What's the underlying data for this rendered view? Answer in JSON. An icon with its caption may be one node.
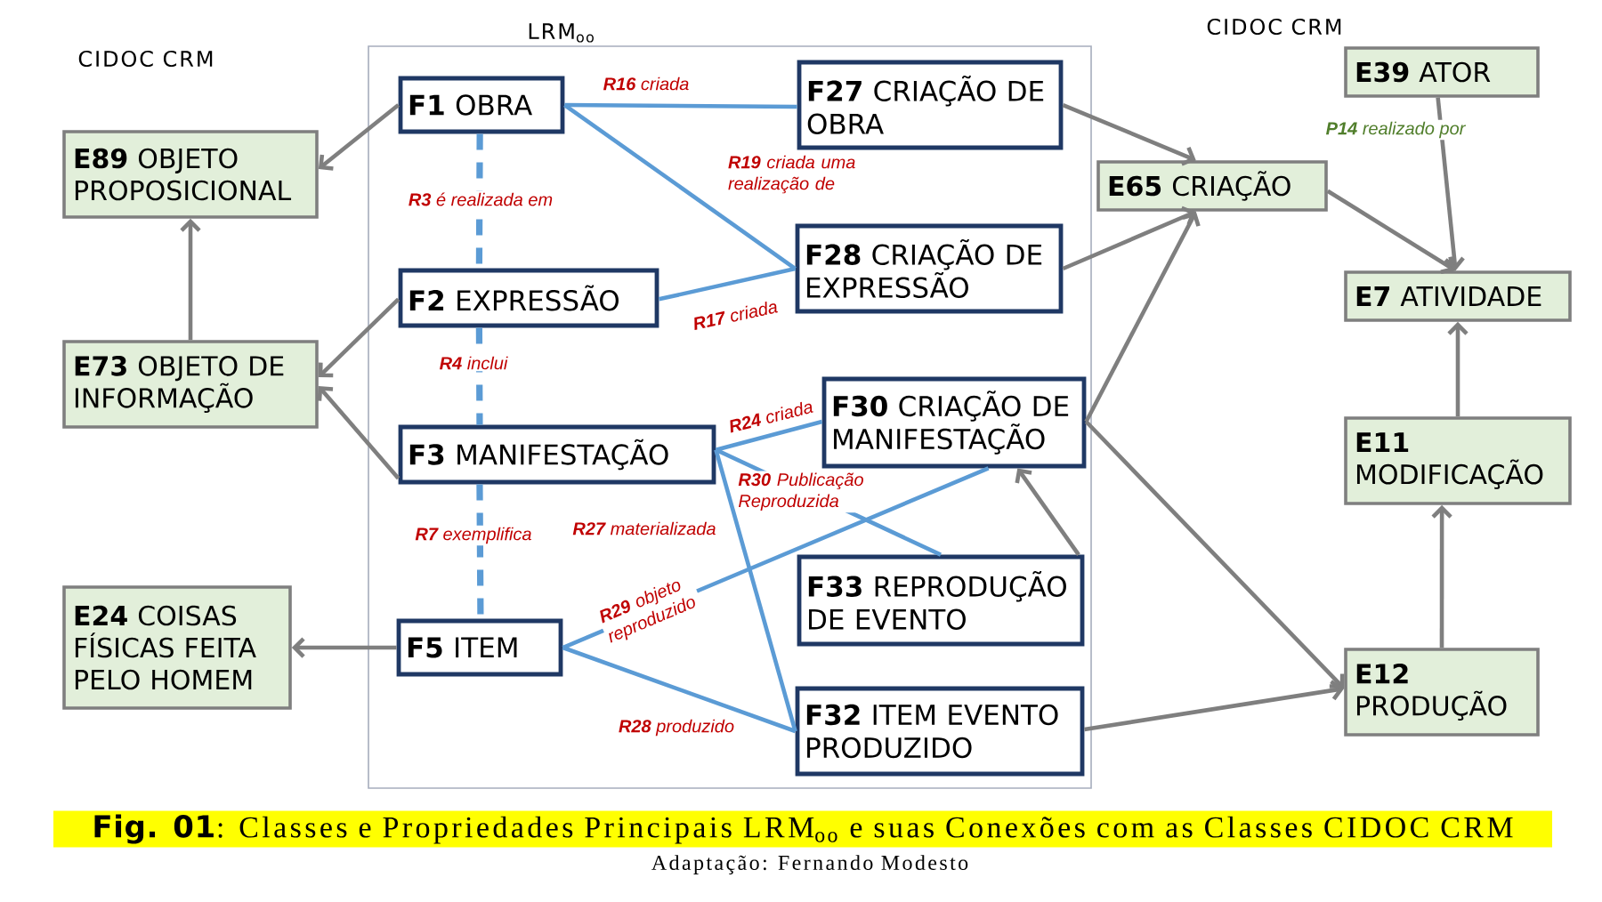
{
  "diagram": {
    "caption": "**Fig. 01**: Classes e Propriedades Principais LRM$_{oo}$ e suas Conexões com as Classes CIDOC CRM",
    "nodes": [
      {
        "text": [
          "**E89** OBJETO PROPOSICIONAL"
        ]
      },
      {
        "text": [
          "**E73** OBJETO DE INFORMAÇÃO"
        ]
      },
      {
        "text": [
          "**E24** COISAS FÍSICAS FEITA PELO HOMEM"
        ]
      },
      {
        "text": [
          "LRM$_{oo}$"
        ]
      },
      {
        "text": [
          "**F1** OBRA"
        ],
        "in": 3
      },
      {
        "text": [
          "**F2** EXPRESSÃO"
        ],
        "in": 3
      },
      {
        "text": [
          "**F3** MANIFESTAÇÃO"
        ],
        "in": 3
      },
      {
        "text": [
          "**F5** ITEM"
        ],
        "in": 3
      },
      {
        "text": [
          "**F27** CRIAÇÃO DE OBRA"
        ],
        "in": 3
      },
      {
        "text": [
          "**F28** CRIAÇÃO DE EXPRESSÃO"
        ],
        "in": 3
      },
      {
        "text": [
          "**F30** CRIAÇÃO DE MANIFESTAÇÃO"
        ],
        "in": 3
      },
      {
        "text": [
          "**F33** REPRODUÇÃO DE EVENTO"
        ],
        "in": 3
      },
      {
        "text": [
          "**F32** ITEM EVENTO PRODUZIDO"
        ],
        "in": 3
      },
      {
        "text": [
          "**E65** CRIAÇÃO"
        ]
      },
      {
        "text": [
          "**E39** ATOR"
        ]
      },
      {
        "text": [
          "**E7** ATIVIDADE"
        ]
      },
      {
        "text": [
          "**E11** MODIFICAÇÃO"
        ]
      },
      {
        "text": [
          "**E12** PRODUÇÃO"
        ]
      }
    ],
    "edges": [
      {
        "from": 4,
        "to": 0,
        "arrow": "to"
      },
      {
        "from": 1,
        "to": 0,
        "arrow": "to"
      },
      {
        "from": 5,
        "to": 1,
        "arrow": "to"
      },
      {
        "from": 6,
        "to": 1,
        "arrow": "to"
      },
      {
        "from": 7,
        "to": 2,
        "arrow": "to"
      },
      {
        "from": 4,
        "to": 8,
        "arrow": "none",
        "label": "**R16** criada",
        "color": "#5b9bd5"
      },
      {
        "from": 4,
        "to": 9,
        "arrow": "none",
        "label": "**R19** criada uma realização de",
        "color": "#5b9bd5"
      },
      {
        "from": 4,
        "to": 5,
        "arrow": "none",
        "label": "**R3** é realizada em",
        "style": "dashed",
        "color": "#5b9bd5"
      },
      {
        "from": 5,
        "to": 9,
        "arrow": "none",
        "label": "**R17** criada",
        "color": "#5b9bd5"
      },
      {
        "from": 5,
        "to": 6,
        "arrow": "none",
        "label": "**R4** inclui",
        "style": "dashed",
        "color": "#5b9bd5"
      },
      {
        "from": 6,
        "to": 10,
        "arrow": "none",
        "label": "**R24** criada",
        "color": "#5b9bd5"
      },
      {
        "from": 6,
        "to": 11,
        "arrow": "none",
        "label": "**R30** Publicação Reproduzida",
        "color": "#5b9bd5"
      },
      {
        "from": 6,
        "to": 12,
        "arrow": "none",
        "label": "**R27** materializada",
        "color": "#5b9bd5"
      },
      {
        "from": 6,
        "to": 7,
        "arrow": "none",
        "label": "**R7** exemplifica",
        "style": "dashed",
        "color": "#5b9bd5"
      },
      {
        "from": 7,
        "to": 10,
        "arrow": "none",
        "label": "**R29** objeto reproduzido",
        "color": "#5b9bd5"
      },
      {
        "from": 7,
        "to": 12,
        "arrow": "none",
        "label": "**R28** produzido",
        "color": "#5b9bd5"
      },
      {
        "from": 8,
        "to": 13,
        "arrow": "to"
      },
      {
        "from": 9,
        "to": 13,
        "arrow": "to"
      },
      {
        "from": 10,
        "to": 13,
        "arrow": "to"
      },
      {
        "from": 10,
        "to": 17,
        "arrow": "to"
      },
      {
        "from": 11,
        "to": 10,
        "arrow": "to"
      },
      {
        "from": 12,
        "to": 17,
        "arrow": "to"
      },
      {
        "from": 13,
        "to": 15,
        "arrow": "to"
      },
      {
        "from": 14,
        "to": 15,
        "arrow": "to",
        "label": "**P14** realizado por"
      },
      {
        "from": 16,
        "to": 15,
        "arrow": "to"
      },
      {
        "from": 17,
        "to": 16,
        "arrow": "to"
      }
    ],
    "labels": [
      "CIDOC CRM",
      "CIDOC CRM",
      "Adaptação: Fernando Modesto"
    ]
  }
}
